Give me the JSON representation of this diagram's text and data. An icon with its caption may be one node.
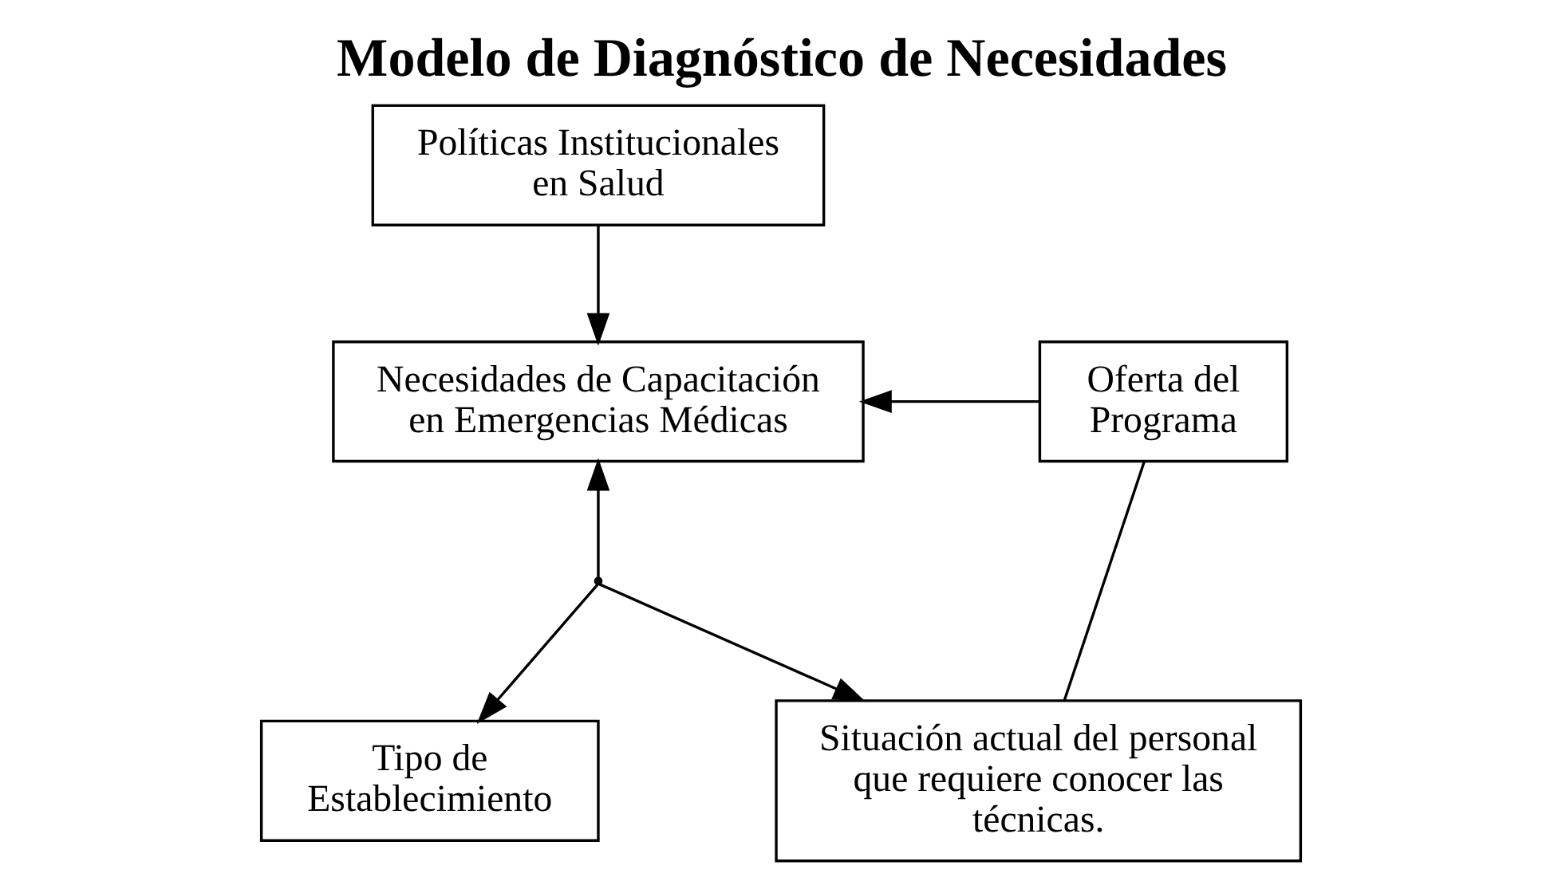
{
  "diagram": {
    "title": "Modelo de Diagnóstico de Necesidades",
    "nodes": [
      {
        "text": [
          "Políticas Institucionales en Salud"
        ]
      },
      {
        "text": [
          "Necesidades de Capacitación en Emergencias Médicas"
        ]
      },
      {
        "text": [
          "Oferta del Programa"
        ]
      },
      {
        "text": [
          "Tipo de Establecimiento"
        ]
      },
      {
        "text": [
          "Situación actual del personal que requiere conocer las técnicas."
        ]
      },
      {
        "text": [],
        "shape": "point"
      }
    ],
    "edges": [
      {
        "from": 0,
        "to": 1,
        "arrow": "to"
      },
      {
        "from": 2,
        "to": 1,
        "arrow": "to"
      },
      {
        "from": 5,
        "to": 1,
        "arrow": "to"
      },
      {
        "from": 5,
        "to": 3,
        "arrow": "to"
      },
      {
        "from": 5,
        "to": 4,
        "arrow": "to"
      },
      {
        "from": 2,
        "to": 4,
        "arrow": "none"
      }
    ]
  }
}
